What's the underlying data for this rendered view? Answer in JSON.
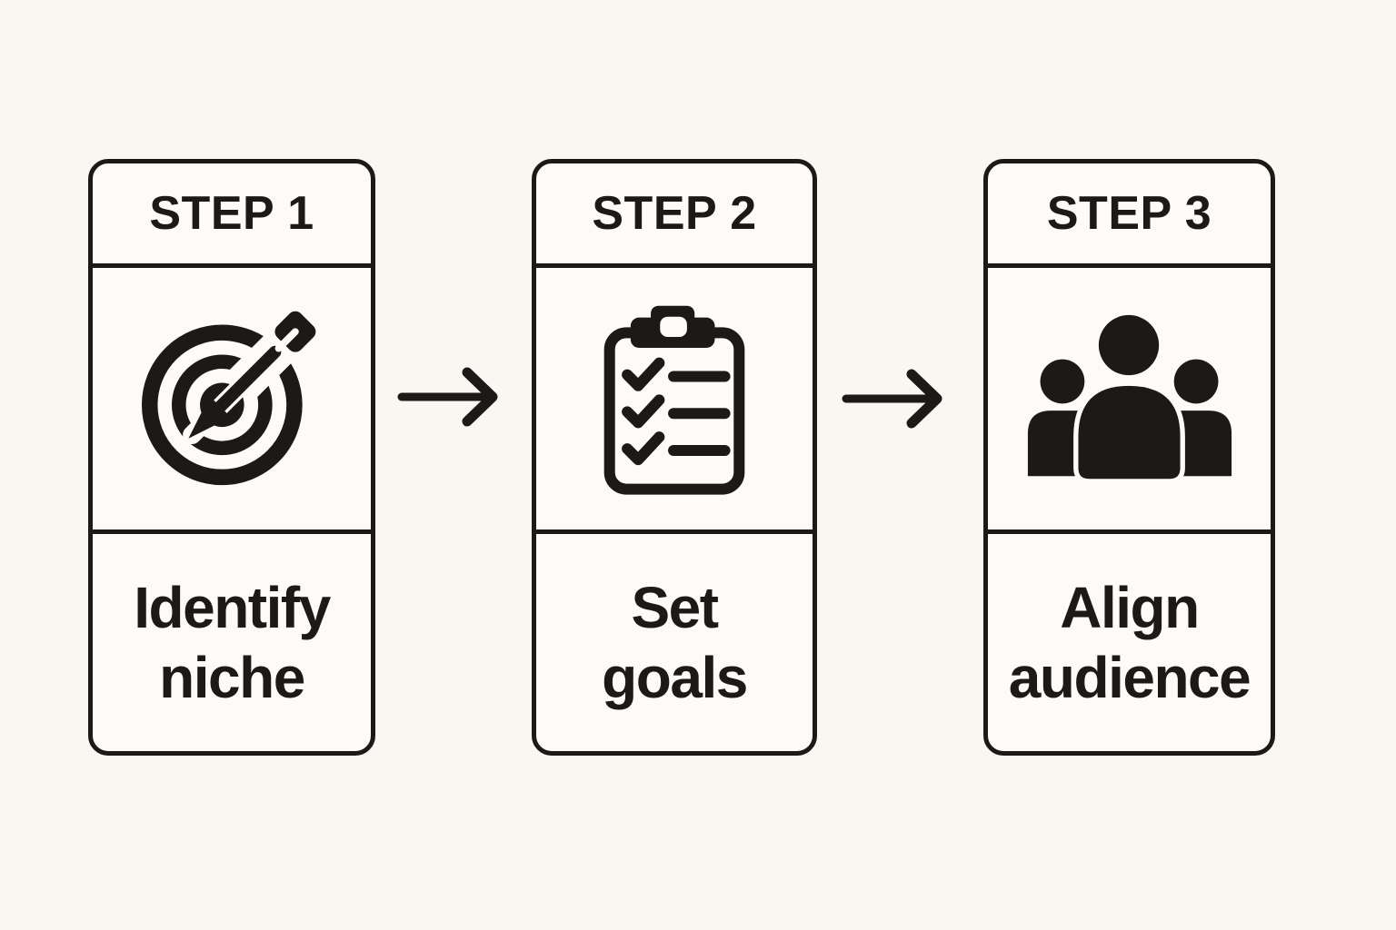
{
  "canvas": {
    "background": "#f9f7f2",
    "card_fill": "#fcfbf7",
    "ink": "#1c1916"
  },
  "steps": [
    {
      "header": "STEP 1",
      "icon": "target-dart-icon",
      "label_line1": "Identify",
      "label_line2": "niche"
    },
    {
      "header": "STEP 2",
      "icon": "checklist-clipboard-icon",
      "label_line1": "Set",
      "label_line2": "goals"
    },
    {
      "header": "STEP 3",
      "icon": "audience-group-icon",
      "label_line1": "Align",
      "label_line2": "audience"
    }
  ],
  "connectors": [
    {
      "icon": "arrow-right-icon"
    },
    {
      "icon": "arrow-right-icon"
    }
  ]
}
